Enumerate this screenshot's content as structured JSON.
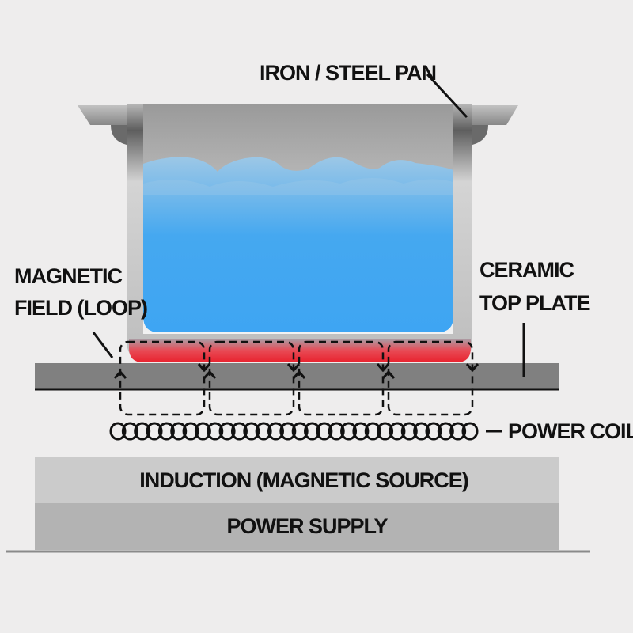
{
  "labels": {
    "pan": "IRON / STEEL PAN",
    "field_line1": "MAGNETIC",
    "field_line2": "FIELD (LOOP)",
    "plate_line1": "CERAMIC",
    "plate_line2": "TOP PLATE",
    "coil": "POWER COIL",
    "induction": "INDUCTION (MAGNETIC SOURCE)",
    "power_supply": "POWER SUPPLY"
  },
  "colors": {
    "background": "#eeeded",
    "water": "#3fa6f0",
    "heat": "#e8222e",
    "plate": "#808080",
    "induction": "#cbcbcb",
    "power_supply": "#b3b3b3"
  },
  "field_loops": 4,
  "coil_turns": 30
}
